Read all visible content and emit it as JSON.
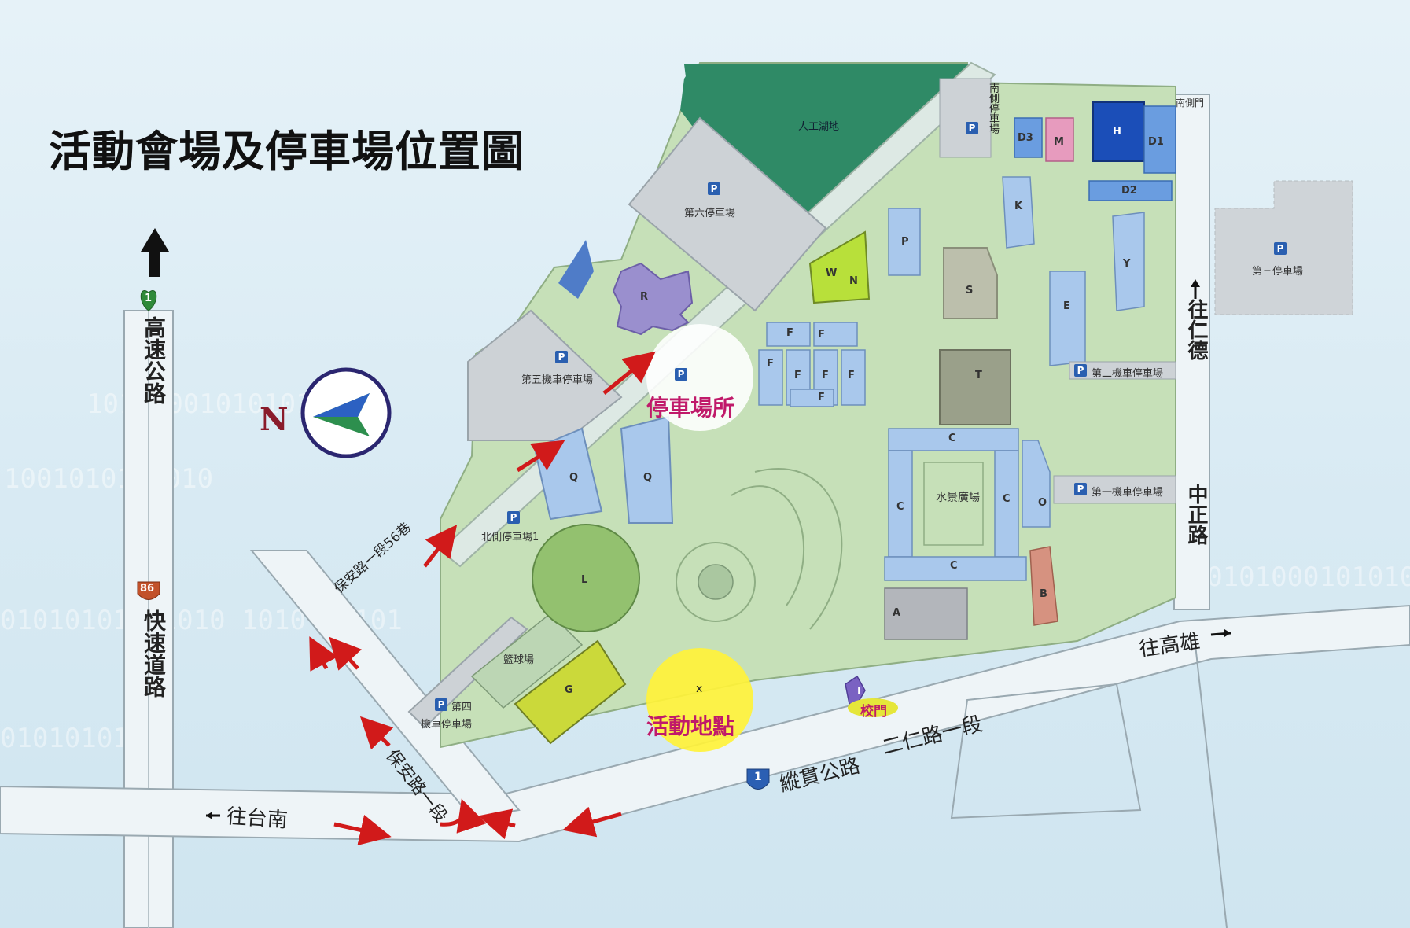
{
  "title": "活動會場及停車場位置圖",
  "north_label": "N",
  "highways": {
    "national_no": "1",
    "national_name": "高速公路",
    "expressway_no": "86",
    "expressway_name": "快速道路"
  },
  "roads": {
    "to_tainan": "往台南",
    "to_kaohsiung": "往高雄",
    "to_rende": "往仁德",
    "zhongzheng": "中正路",
    "baoan_56": "保安路一段56巷",
    "baoan_1": "保安路一段",
    "zongguan": "縱貫公路",
    "erren": "二仁路一段",
    "route_no": "1"
  },
  "highlights": {
    "parking": "停車場所",
    "venue": "活動地點",
    "gate": "校門",
    "venue_marker": "x"
  },
  "parking_lots": {
    "p6": "第六停車場",
    "p5": "第五機車停車場",
    "north": "北側停車場1",
    "p4_line1": "第四",
    "p4_line2": "機車停車場",
    "p3": "第三停車場",
    "moto2": "第二機車停車場",
    "moto1": "第一機車停車場",
    "south": "南側停車場"
  },
  "places": {
    "lake": "人工湖地",
    "plaza": "水景廣場",
    "court": "籃球場",
    "south_gate": "南側門"
  },
  "buildings": {
    "R": "R",
    "Q1": "Q",
    "Q2": "Q",
    "L": "L",
    "G": "G",
    "P": "P",
    "S": "S",
    "T": "T",
    "N": "N",
    "W": "W",
    "K": "K",
    "E": "E",
    "Y": "Y",
    "H": "H",
    "M": "M",
    "D1": "D1",
    "D2": "D2",
    "D3": "D3",
    "A": "A",
    "B": "B",
    "O": "O",
    "I": "I",
    "C1": "C",
    "C2": "C",
    "C3": "C",
    "C4": "C",
    "F1": "F",
    "F2": "F",
    "F3": "F",
    "F4": "F",
    "F5": "F",
    "F6": "F",
    "F7": "F"
  },
  "colors": {
    "campus": "#c6e0b8",
    "road": "#e4eef3",
    "highlight_pink": "#c01a6a",
    "parking_badge": "#2a5fb0",
    "route_arrow": "#d11a1a",
    "venue_yellow": "#fff23a"
  }
}
